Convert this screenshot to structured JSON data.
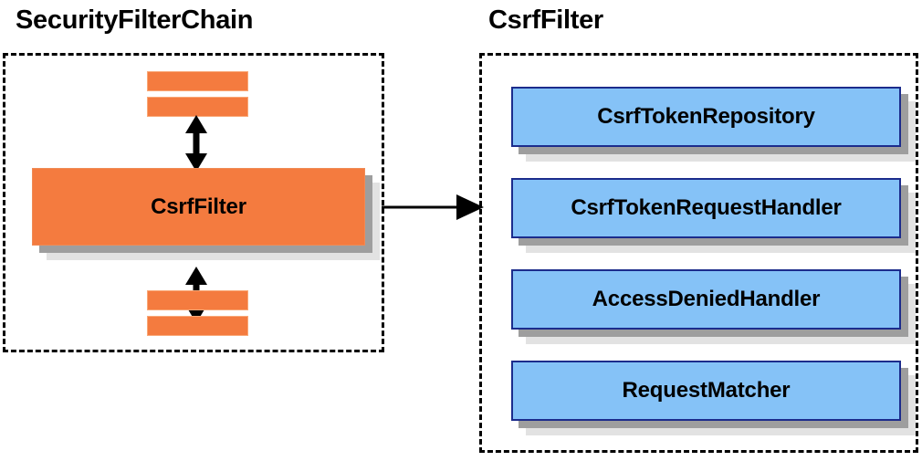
{
  "diagram": {
    "type": "component-relationship-diagram",
    "background_color": "#FFFFFF",
    "colors": {
      "orange_fill": "#F47B3F",
      "blue_fill": "#85C2F7",
      "blue_border": "#1C2C8C",
      "shadow_dark": "#9E9E9E",
      "shadow_light": "#E2E2E2",
      "outline": "#000000"
    }
  },
  "panels": [
    {
      "id": "security-filter-chain",
      "title": "SecurityFilterChain",
      "border_style": "dashed",
      "highlighted_component": "CsrfFilter",
      "filler_bars": {
        "above_count": 2,
        "below_count": 2,
        "meaning": "other filters in the chain"
      }
    },
    {
      "id": "csrf-filter",
      "title": "CsrfFilter",
      "border_style": "dashed",
      "components": [
        {
          "label": "CsrfTokenRepository"
        },
        {
          "label": "CsrfTokenRequestHandler"
        },
        {
          "label": "AccessDeniedHandler"
        },
        {
          "label": "RequestMatcher"
        }
      ]
    }
  ],
  "connections": [
    {
      "from": "filters-above",
      "to": "CsrfFilter",
      "style": "double-headed-vertical-arrow"
    },
    {
      "from": "CsrfFilter",
      "to": "filters-below",
      "style": "double-headed-vertical-arrow"
    },
    {
      "from": "SecurityFilterChain",
      "to": "CsrfFilter panel",
      "style": "single-headed-horizontal-arrow"
    }
  ]
}
